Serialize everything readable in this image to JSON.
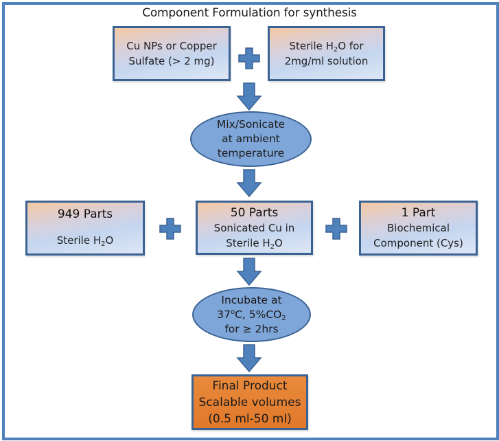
{
  "diagram": {
    "title": "Component Formulation for synthesis",
    "colors": {
      "frame_border": "#4f81bd",
      "box_border": "#3a6293",
      "arrow_fill": "#4f81bd",
      "ellipse_fill": "#7fa6d8",
      "final_fill": "#e48030"
    },
    "step1": {
      "box_left": {
        "line1": "Cu NPs or Copper",
        "line2": "Sulfate (> 2 mg)"
      },
      "box_right": {
        "line1_pre": "Sterile H",
        "line1_sub": "2",
        "line1_post": "O for",
        "line2": "2mg/ml solution"
      },
      "connector": "plus-icon"
    },
    "step2": {
      "ellipse": {
        "line1": "Mix/Sonicate",
        "line2": "at ambient",
        "line3": "temperature"
      }
    },
    "step3": {
      "box_left": {
        "head": "949 Parts",
        "line_pre": "Sterile H",
        "line_sub": "2",
        "line_post": "O"
      },
      "box_center": {
        "head": "50 Parts",
        "line1": "Sonicated Cu in",
        "line2_pre": "Sterile H",
        "line2_sub": "2",
        "line2_post": "O"
      },
      "box_right": {
        "head": "1 Part",
        "line1": "Biochemical",
        "line2": "Component (Cys)"
      }
    },
    "step4": {
      "ellipse": {
        "line1": "Incubate at",
        "line2_a": "37",
        "line2_sup": "o",
        "line2_b": "C, 5%CO",
        "line2_sub": "2",
        "line3": "for ≥ 2hrs"
      }
    },
    "step5": {
      "final_box": {
        "line1": "Final Product",
        "line2": "Scalable volumes",
        "line3": "(0.5 ml-50 ml)"
      }
    }
  }
}
